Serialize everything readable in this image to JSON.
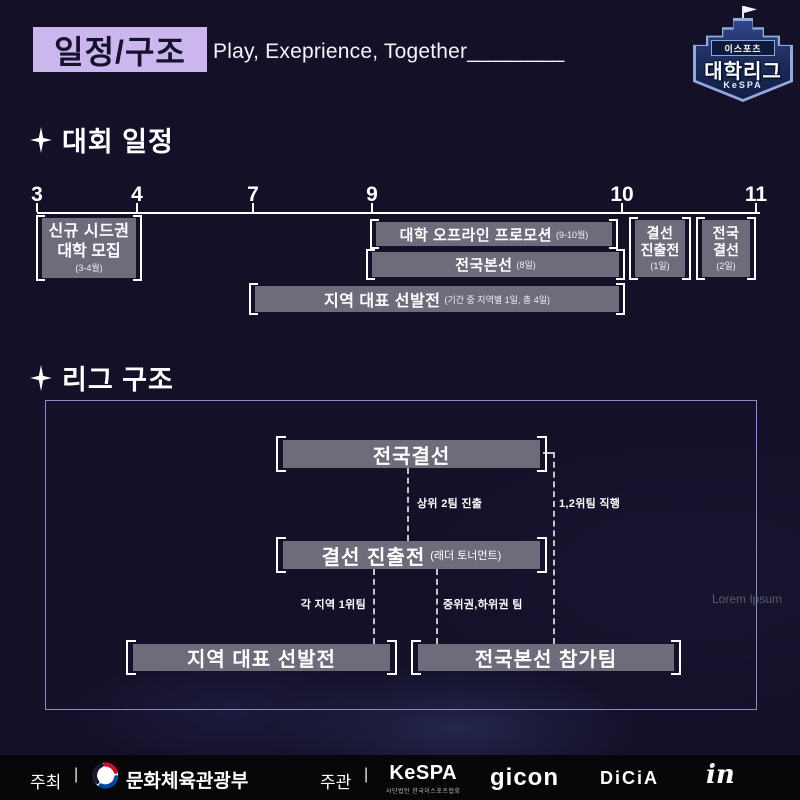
{
  "header": {
    "title": "일정/구조",
    "subtitle": "Play, Exeprience, Together",
    "underscore": "_________"
  },
  "logo": {
    "top": "이스포츠",
    "main": "대학리그",
    "bottom": "KeSPA"
  },
  "schedule": {
    "title": "대회 일정",
    "ticks": [
      "3",
      "4",
      "7",
      "9",
      "10",
      "11"
    ],
    "bars": [
      {
        "line1": "신규 시드권",
        "line2": "대학 모집",
        "note": "(3-4월)"
      },
      {
        "line1": "대학 오프라인 프로모션",
        "note": "(9-10월)"
      },
      {
        "line1": "결선",
        "line2": "진출전",
        "note": "(1일)"
      },
      {
        "line1": "전국",
        "line2": "결선",
        "note": "(2일)"
      },
      {
        "line1": "전국본선",
        "note": "(8일)"
      },
      {
        "line1": "지역 대표 선발전",
        "note": "(기간 중 지역별 1일, 총 4일)"
      }
    ]
  },
  "structure": {
    "title": "리그 구조",
    "nodes": {
      "final": "전국결선",
      "qualifier": "결선 진출전",
      "qualifier_note": "(래더 토너먼트)",
      "regional": "지역 대표 선발전",
      "national": "전국본선 참가팀"
    },
    "edges": {
      "top2": "상위 2팀 진출",
      "direct": "1,2위팀 직행",
      "regional_first": "각 지역 1위팀",
      "midlow": "중위권,하위권 팀"
    },
    "watermark": "Lorem Ipsum"
  },
  "footer": {
    "host_label": "주최",
    "divider": "|",
    "host_name": "문화체육관광부",
    "organizer_label": "주관",
    "kespa": "KeSPA",
    "kespa_sub": "사단법인 한국이스포츠협회",
    "gicon": "gicon",
    "dicia": "DiCiA",
    "inlogo": "in"
  },
  "colors": {
    "background": "#131028",
    "lavender": "#cbb6ee",
    "bar_gray": "#6e6b7a",
    "frame_border": "#8d89c4",
    "footer_bg": "#070709"
  }
}
